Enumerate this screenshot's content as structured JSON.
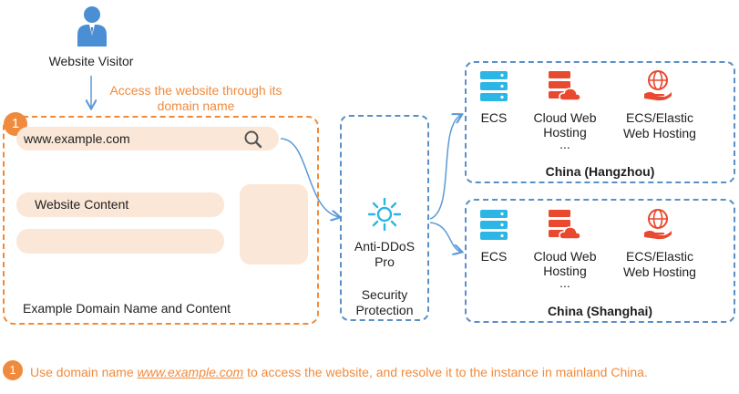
{
  "visitor": {
    "label": "Website Visitor"
  },
  "access_label": {
    "line1": "Access the website through its",
    "line2": "domain name"
  },
  "example_box": {
    "badge": "1",
    "url": "www.example.com",
    "content_label": "Website Content",
    "caption": "Example Domain Name and Content"
  },
  "security": {
    "name_line1": "Anti-DDoS",
    "name_line2": "Pro",
    "label_line1": "Security",
    "label_line2": "Protection"
  },
  "regions": [
    {
      "name": "China (Hangzhou)",
      "items": [
        {
          "line1": "ECS",
          "line2": "",
          "line3": ""
        },
        {
          "line1": "Cloud Web",
          "line2": "Hosting",
          "line3": "..."
        },
        {
          "line1": "ECS/Elastic",
          "line2": "Web Hosting",
          "line3": ""
        }
      ]
    },
    {
      "name": "China (Shanghai)",
      "items": [
        {
          "line1": "ECS",
          "line2": "",
          "line3": ""
        },
        {
          "line1": "Cloud Web",
          "line2": "Hosting",
          "line3": "..."
        },
        {
          "line1": "ECS/Elastic",
          "line2": "Web Hosting",
          "line3": ""
        }
      ]
    }
  ],
  "footnote": {
    "badge": "1",
    "prefix": "Use domain name ",
    "link": "www.example.com",
    "suffix": " to access the website, and resolve it to the instance in mainland China."
  },
  "colors": {
    "orange": "#f08a3c",
    "blue": "#4a90d0",
    "dark_blue": "#2a5d9c",
    "red": "#e8492f",
    "cyan": "#2bb6e5"
  }
}
